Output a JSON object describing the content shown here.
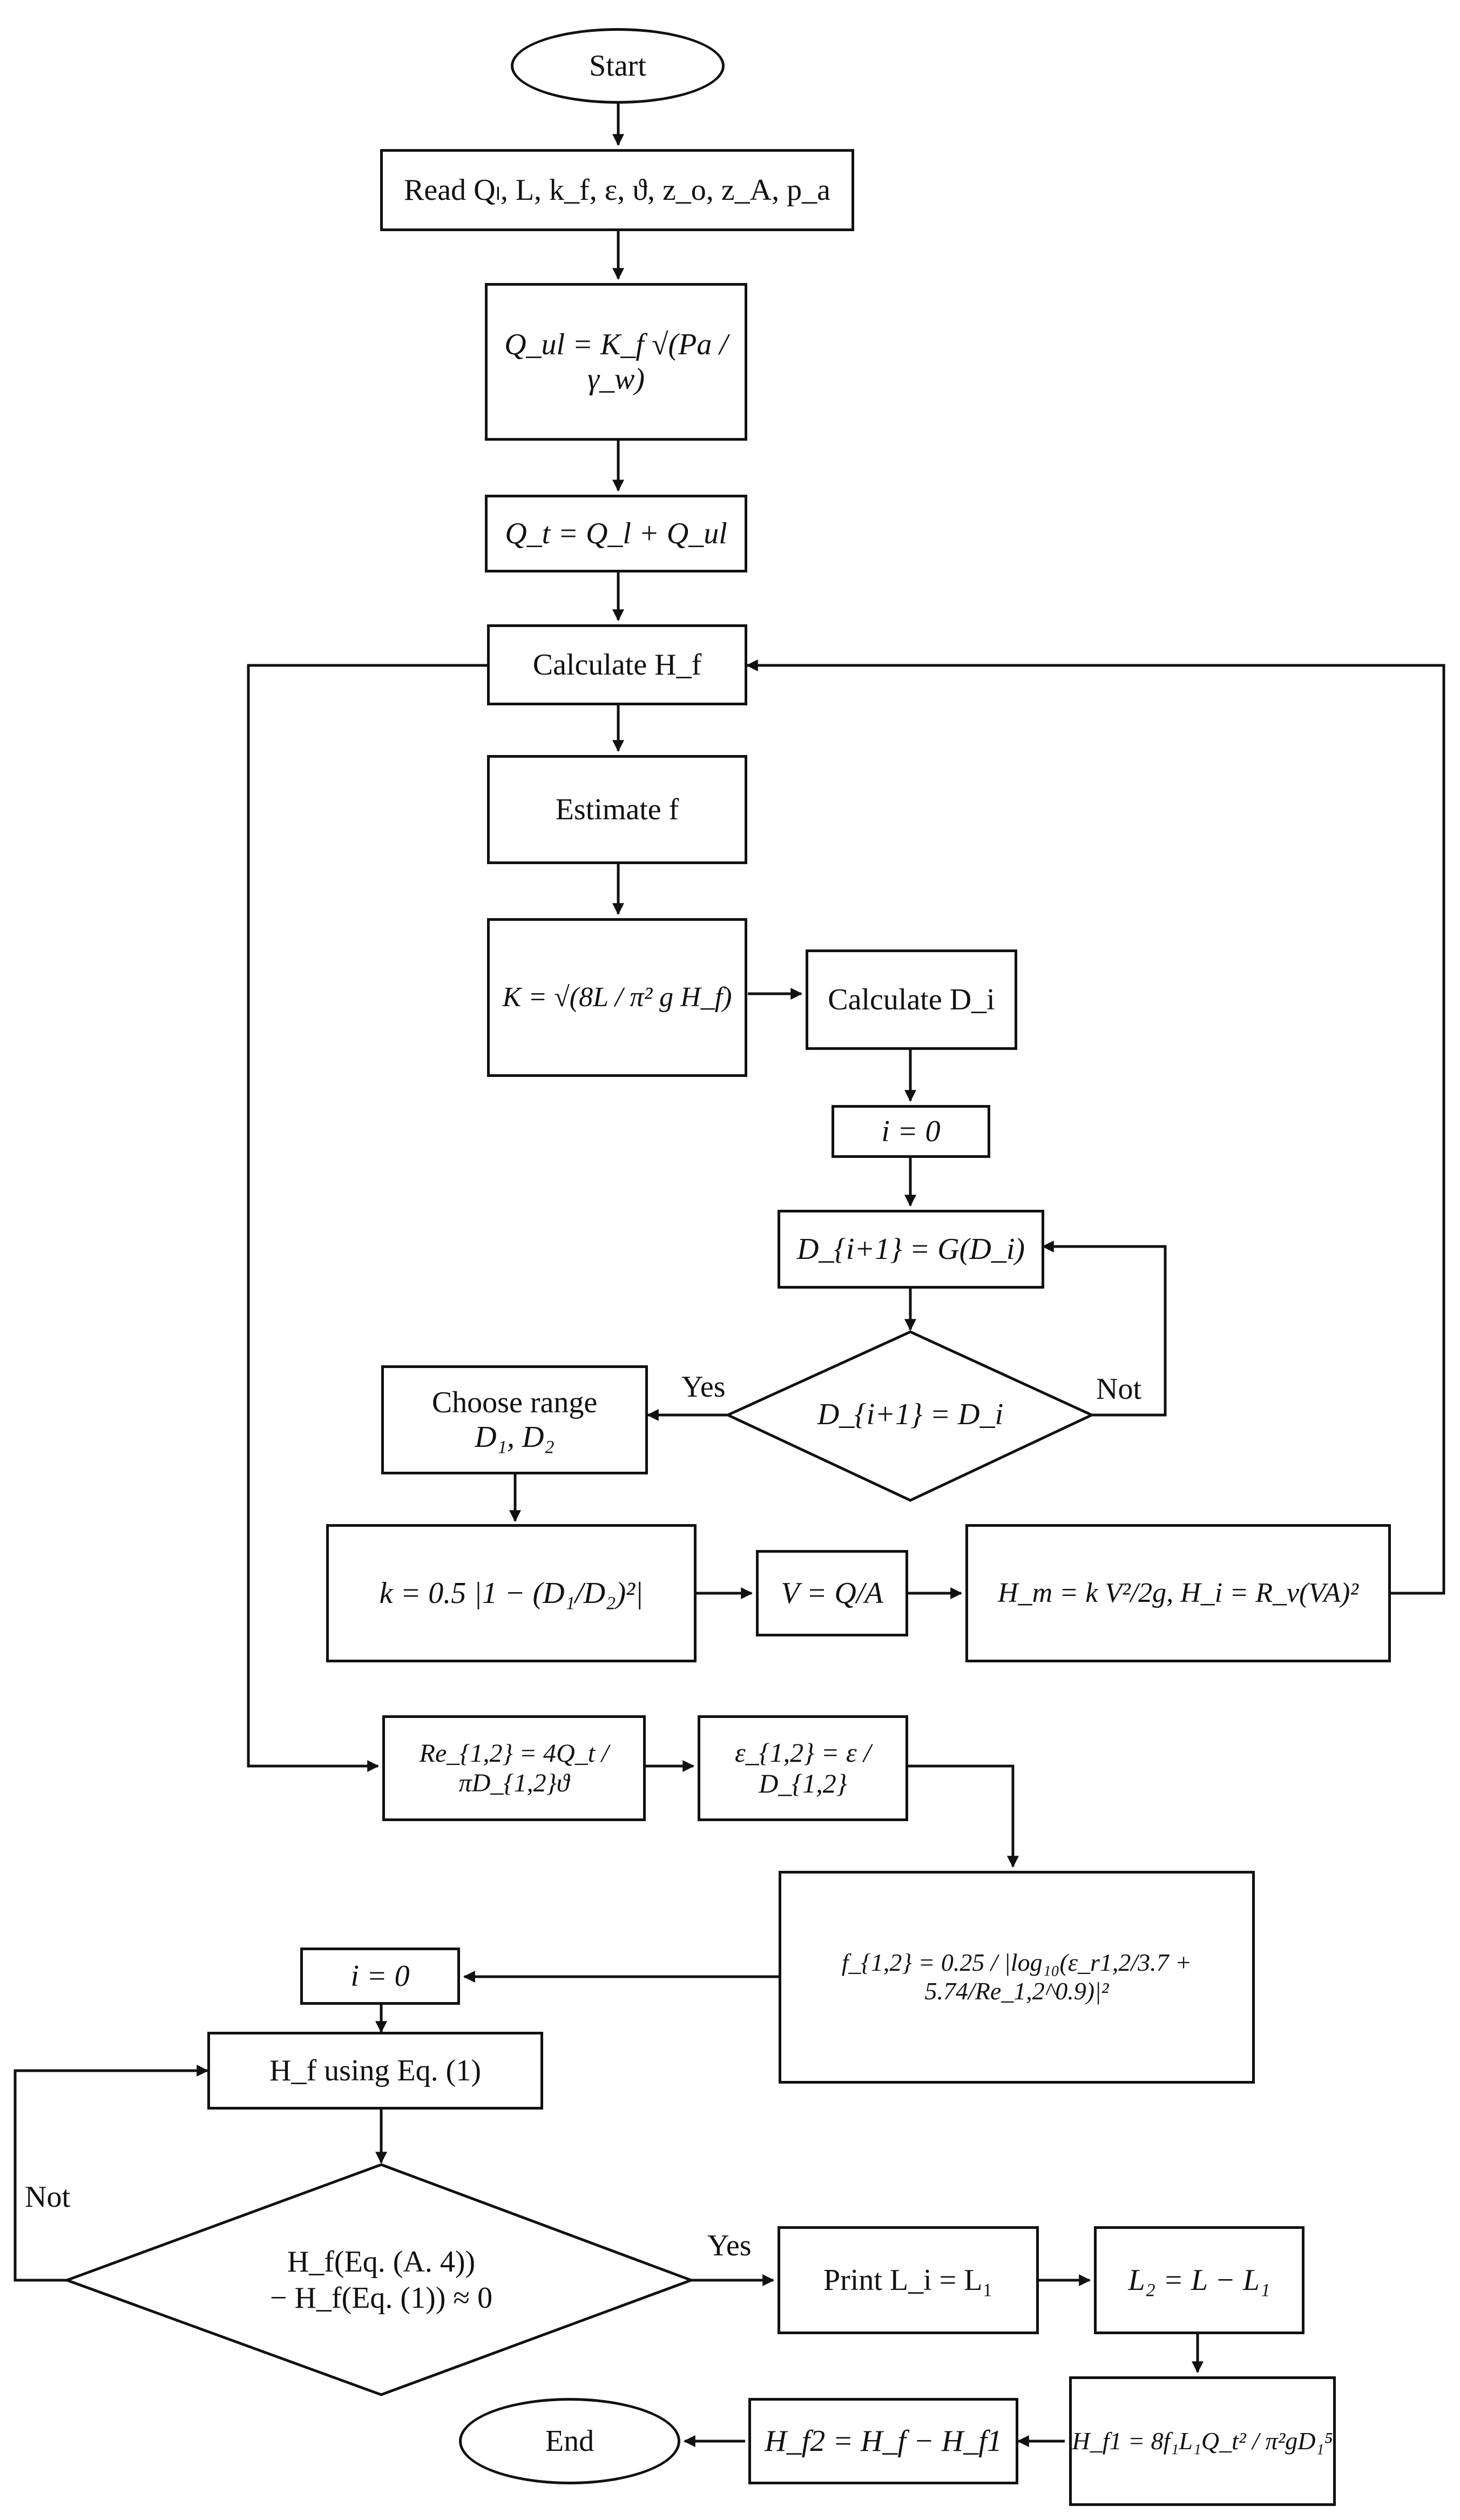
{
  "nodes": {
    "start": "Start",
    "read": "Read  Qₗ, L, k_f, ε, ϑ, z_o, z_A, p_a",
    "qul": "Q_ul = K_f √(Pa / γ_w)",
    "qt": "Q_t = Q_l + Q_ul",
    "calc_hf": "Calculate  H_f",
    "estimate_f": "Estimate  f",
    "k_formula": "K = √(8L / π² g H_f)",
    "calc_di": "Calculate D_i",
    "i0_top": "i = 0",
    "iter": "D_{i+1} = G(D_i)",
    "decision1": "D_{i+1} = D_i",
    "choose_range_1": "Choose range",
    "choose_range_2": "D₁, D₂",
    "k_loss": "k = 0.5 |1 − (D₁/D₂)²|",
    "velocity": "V = Q/A",
    "head_loss": "H_m = k V²/2g,  H_i = R_v(VA)²",
    "reynolds": "Re_{1,2} = 4Q_t / πD_{1,2}ϑ",
    "rel_rough": "ε_{1,2} = ε / D_{1,2}",
    "friction": "f_{1,2} = 0.25 / |log₁₀(ε_r1,2/3.7 + 5.74/Re_1,2^0.9)|²",
    "i0_bottom": "i = 0",
    "hf_eq1": "H_f using Eq. (1)",
    "decision2_line1": "H_f(Eq. (A. 4))",
    "decision2_line2": "− H_f(Eq. (1)) ≈ 0",
    "print_l": "Print L_i = L₁",
    "l2": "L₂ = L − L₁",
    "hf1": "H_f1 = 8f₁L₁Q_t² / π²gD₁⁵",
    "hf2": "H_f2 = H_f − H_f1",
    "end": "End"
  },
  "labels": {
    "yes_1": "Yes",
    "not_1": "Not",
    "yes_2": "Yes",
    "not_2": "Not"
  },
  "colors": {
    "stroke": "#111111",
    "background": "#ffffff"
  }
}
